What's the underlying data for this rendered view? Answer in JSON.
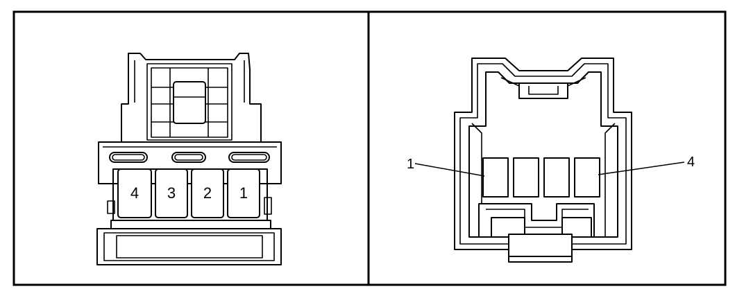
{
  "left_view": {
    "terminals": [
      {
        "label": "4"
      },
      {
        "label": "3"
      },
      {
        "label": "2"
      },
      {
        "label": "1"
      }
    ]
  },
  "right_view": {
    "callout_left": "1",
    "callout_right": "4"
  }
}
